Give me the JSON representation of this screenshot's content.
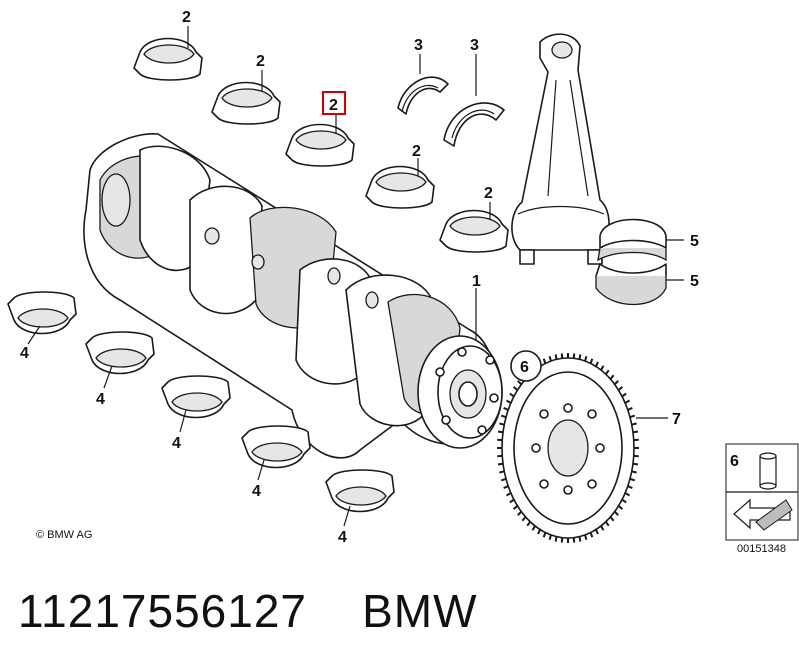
{
  "labels": {
    "bearing_shell": "2",
    "thrust_washer": "3",
    "crankshaft": "1",
    "lower_shell": "4",
    "conrod_bearing": "5",
    "dowel_pin": "6",
    "flywheel": "7"
  },
  "copyright": "© BMW AG",
  "diagram_id": "00151348",
  "part_number": "11217556127",
  "brand": "BMW",
  "highlight_color": "#d00000"
}
